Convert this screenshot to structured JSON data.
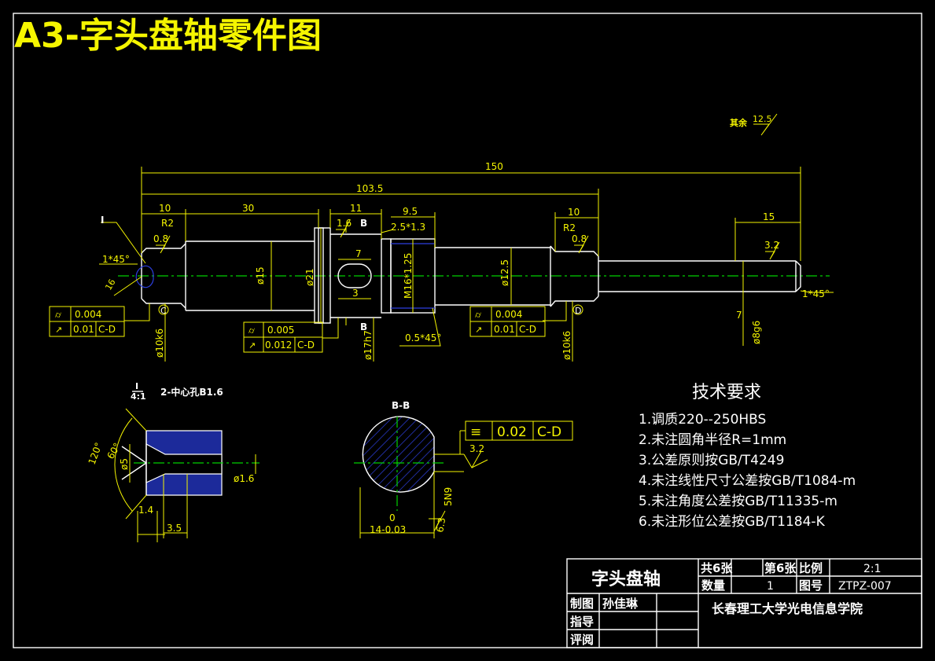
{
  "header": {
    "title": "A3-字头盘轴零件图"
  },
  "roughness_note": {
    "prefix": "其余",
    "value": "12.5"
  },
  "dimensions": {
    "overall_150": "150",
    "overall_103_5": "103.5",
    "len_10_left": "10",
    "len_30": "30",
    "len_11": "11",
    "len_9_5": "9.5",
    "len_10_right": "10",
    "len_15": "15",
    "len_7_slot": "7",
    "len_3": "3",
    "len_7_right": "7",
    "dia_15": "ø15",
    "dia_21": "ø21",
    "thread_m16": "M16*1.25",
    "dia_12_5": "ø12.5",
    "dia_10k6_left": "ø10k6",
    "dia_17h7": "ø17h7",
    "dia_10k6_right": "ø10k6",
    "dia_8g6": "ø8g6",
    "radius_left": "R2",
    "radius_right": "R2",
    "rough_left": "0.8",
    "rough_mid": "1.6",
    "rough_right": "0.8",
    "rough_end": "3.2",
    "groove": "2.5*1.3",
    "chamfer_left": "1*45°",
    "chamfer_right": "1*45°",
    "chamfer_thread": "0.5*45°",
    "detail_ref": "I",
    "section_ref_top": "B",
    "section_ref_bottom": "B",
    "datum_c": "C",
    "datum_d": "D",
    "dim_16": "16"
  },
  "tolerances": {
    "left": {
      "cyl": "0.004",
      "runout": "0.01",
      "datum": "C-D"
    },
    "mid": {
      "cyl": "0.005",
      "runout": "0.012",
      "datum": "C-D"
    },
    "right": {
      "cyl": "0.004",
      "runout": "0.01",
      "datum": "C-D"
    }
  },
  "detail_view": {
    "label_top": "I",
    "label_scale": "4:1",
    "title": "2-中心孔B1.6",
    "angle_120": "120°",
    "angle_60": "60°",
    "dia_5": "ø5",
    "dia_1_6": "ø1.6",
    "len_1_4": "1.4",
    "len_3_5": "3.5"
  },
  "section_view": {
    "title": "B-B",
    "sym_value": "0.02",
    "sym_datum": "C-D",
    "rough": "3.2",
    "key_width": "5N9",
    "dim_top": "0",
    "dim_main": "14-0.03",
    "dim_depth": "6.3"
  },
  "tech_requirements": {
    "title": "技术要求",
    "items": [
      "1.调质220--250HBS",
      "2.未注圆角半径R=1mm",
      "3.公差原则按GB/T4249",
      "4.未注线性尺寸公差按GB/T1084-m",
      "5.未注角度公差按GB/T11335-m",
      "6.未注形位公差按GB/T1184-K"
    ]
  },
  "title_block": {
    "part_name": "字头盘轴",
    "sheets_total": "共6张",
    "sheet_no": "第6张",
    "scale_label": "比例",
    "scale_value": "2:1",
    "qty_label": "数量",
    "qty_value": "1",
    "drawing_no_label": "图号",
    "drawing_no_value": "ZTPZ-007",
    "drawn_label": "制图",
    "drawn_name": "孙佳琳",
    "guide_label": "指导",
    "review_label": "评阅",
    "institution": "长春理工大学光电信息学院"
  },
  "colors": {
    "background": "#000000",
    "outline": "#ffffff",
    "dimension": "#f5f500",
    "centerline": "#00d000",
    "hidden": "#2d3fe0"
  }
}
